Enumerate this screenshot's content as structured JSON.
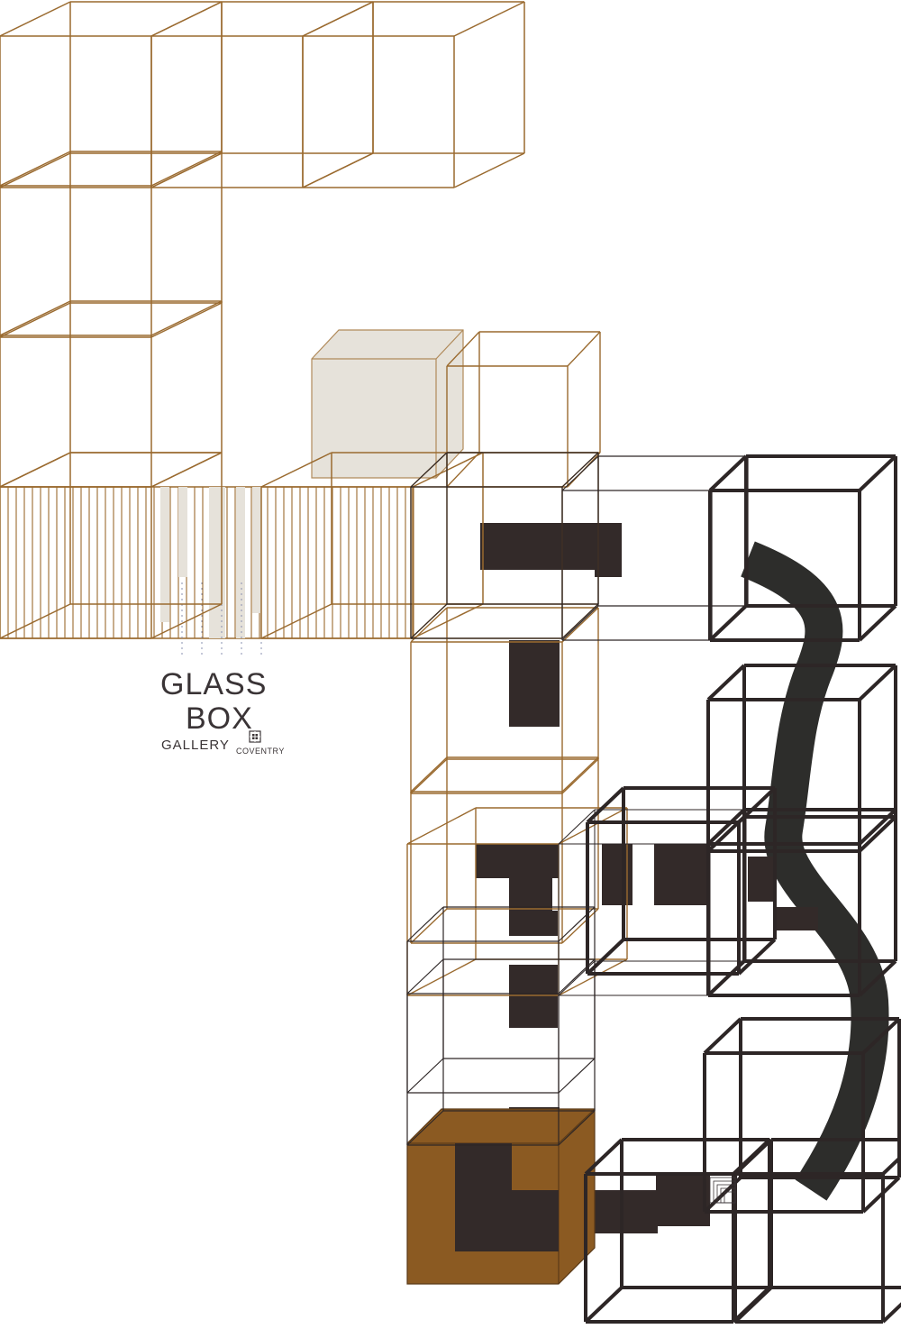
{
  "logo": {
    "line1": "GLASS",
    "line2": "BOX",
    "line3": "GALLERY",
    "line4": "COVENTRY",
    "mark_icon": "cube-icon"
  },
  "colors": {
    "gold": "#9a6a2f",
    "gold_fill": "#8b5a22",
    "dark": "#2d2626",
    "dark_fill": "#332a29",
    "pale": "#e6e2da",
    "background": "#ffffff"
  }
}
